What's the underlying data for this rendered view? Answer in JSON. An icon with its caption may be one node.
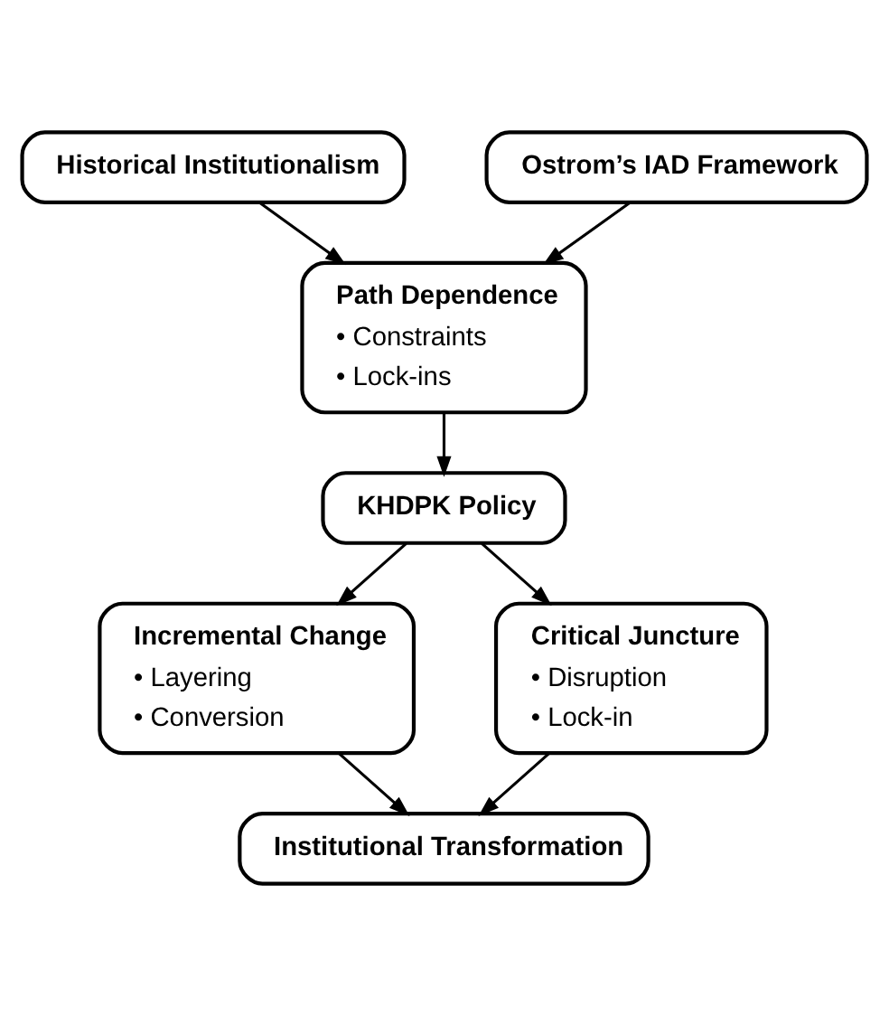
{
  "diagram": {
    "nodes": [
      {
        "text": [
          "Historical Institutionalism"
        ]
      },
      {
        "text": [
          "Ostrom’s IAD Framework"
        ]
      },
      {
        "text": [
          "Path Dependence",
          "• Constraints",
          "• Lock-ins"
        ]
      },
      {
        "text": [
          "KHDPK Policy"
        ]
      },
      {
        "text": [
          "Incremental Change",
          "• Layering",
          "• Conversion"
        ]
      },
      {
        "text": [
          "Critical Juncture",
          "• Disruption",
          "• Lock-in"
        ]
      },
      {
        "text": [
          "Institutional Transformation"
        ]
      }
    ],
    "edges": [
      {
        "from": 0,
        "to": 2,
        "arrow": "to"
      },
      {
        "from": 1,
        "to": 2,
        "arrow": "to"
      },
      {
        "from": 2,
        "to": 3,
        "arrow": "to"
      },
      {
        "from": 3,
        "to": 4,
        "arrow": "to"
      },
      {
        "from": 3,
        "to": 5,
        "arrow": "to"
      },
      {
        "from": 4,
        "to": 6,
        "arrow": "to"
      },
      {
        "from": 5,
        "to": 6,
        "arrow": "to"
      }
    ]
  }
}
